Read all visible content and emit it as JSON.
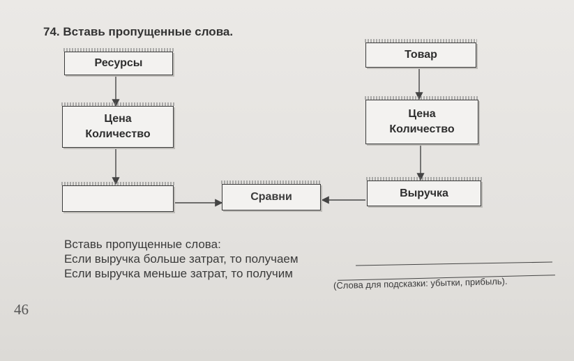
{
  "exercise": {
    "title": "74. Вставь пропущенные слова."
  },
  "diagram": {
    "resources": "Ресурсы",
    "price_qty_left": "Цена\nКоличество",
    "empty_box": "",
    "compare": "Сравни",
    "product": "Товар",
    "price_qty_right": "Цена\nКоличество",
    "revenue": "Выручка"
  },
  "text": {
    "instruction": "Вставь пропущенные слова:",
    "line1": "Если выручка больше затрат, то получаем",
    "line2": "Если выручка меньше затрат, то получим",
    "hint": "(Слова для подсказки: убытки, прибыль)."
  },
  "page_number": "46"
}
